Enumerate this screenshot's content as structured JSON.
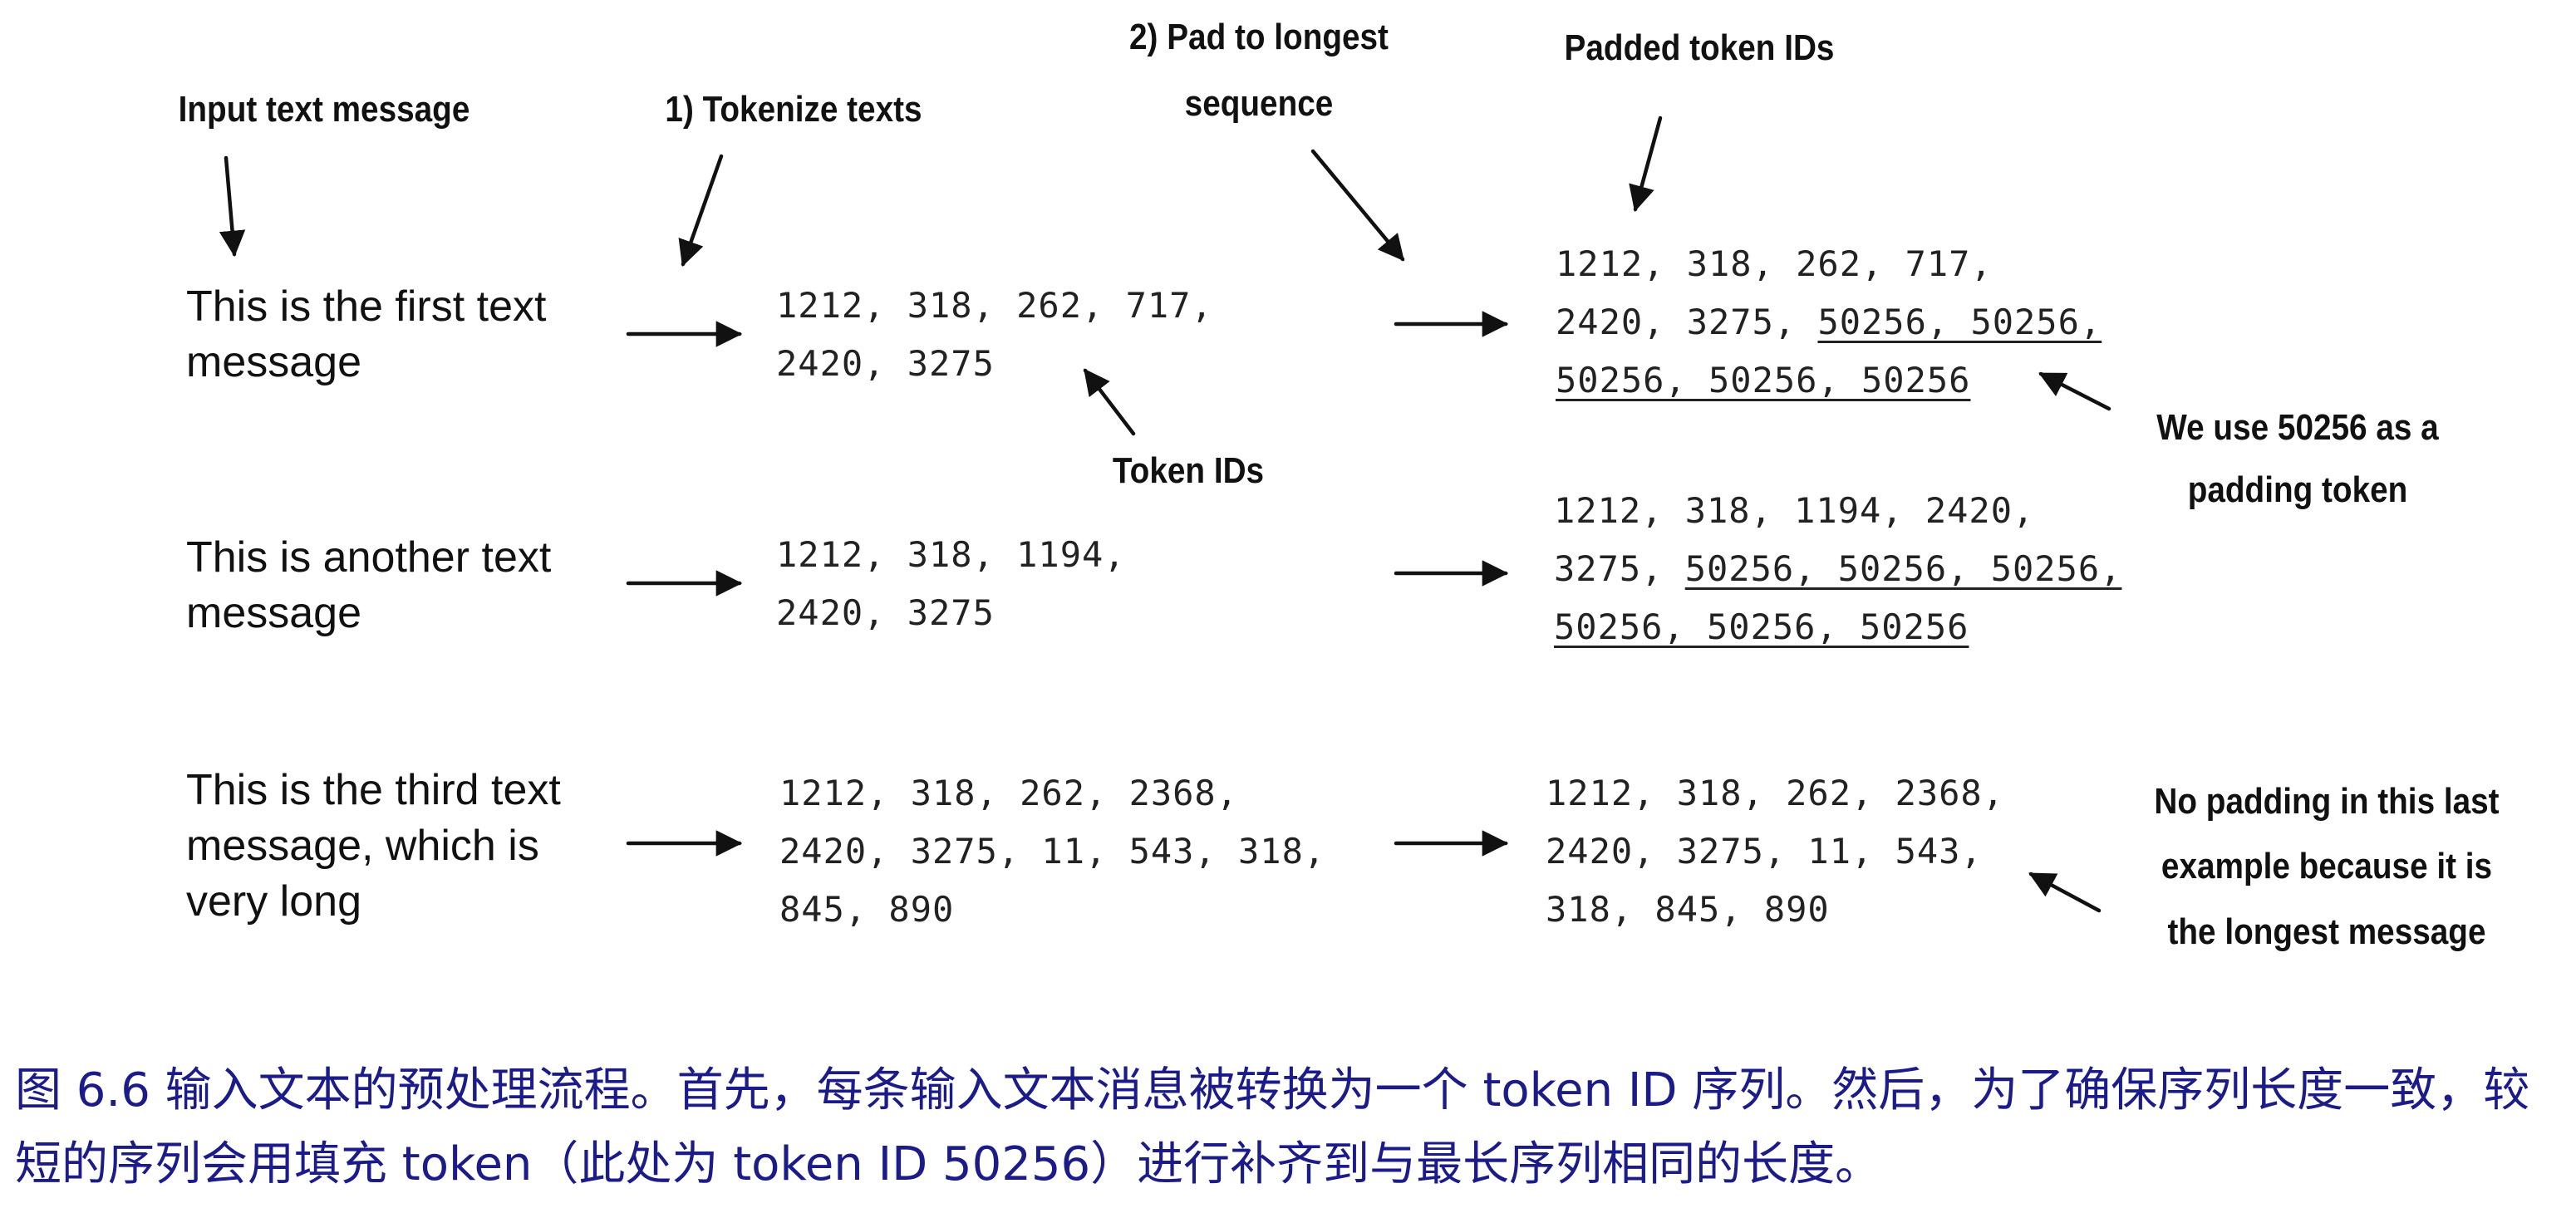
{
  "annotations": {
    "input_text_message": "Input text message",
    "tokenize": "1) Tokenize texts",
    "pad_line1": "2) Pad to longest",
    "pad_line2": "sequence",
    "padded_token_ids": "Padded token IDs",
    "token_ids": "Token IDs",
    "padding_note_line1": "We use 50256 as a",
    "padding_note_line2": "padding token",
    "nopad_line1": "No padding in this last",
    "nopad_line2": "example because it is",
    "nopad_line3": "the longest message"
  },
  "messages": [
    {
      "line1": "This is the first text",
      "line2": "message"
    },
    {
      "line1": "This is another text",
      "line2": "message"
    },
    {
      "line1": "This is the third text",
      "line2": "message, which is",
      "line3": "very long"
    }
  ],
  "token_ids": [
    {
      "line1": "1212, 318, 262, 717,",
      "line2": "2420, 3275"
    },
    {
      "line1": "1212, 318, 1194,",
      "line2": "2420, 3275"
    },
    {
      "line1": "1212, 318, 262, 2368,",
      "line2": "2420, 3275, 11, 543, 318,",
      "line3": "845, 890"
    }
  ],
  "padded_token_ids": [
    {
      "line1": "1212, 318, 262, 717,",
      "line2_plain": "2420, 3275, ",
      "line2_pad": "50256, 50256,",
      "line3_pad": "50256, 50256, 50256"
    },
    {
      "line1": "1212, 318, 1194, 2420,",
      "line2_plain": "3275, ",
      "line2_pad": "50256, 50256, 50256,",
      "line3_pad": "50256, 50256, 50256"
    },
    {
      "line1": "1212, 318, 262, 2368,",
      "line2": "2420, 3275, 11, 543,",
      "line3": "318, 845, 890"
    }
  ],
  "caption": "图 6.6 输入文本的预处理流程。首先，每条输入文本消息被转换为一个 token ID 序列。然后，为了确保序列长度一致，较短的序列会用填充 token（此处为 token ID 50256）进行补齐到与最长序列相同的长度。",
  "colors": {
    "text": "#111111",
    "caption": "#1b1b8a",
    "arrow": "#111111"
  }
}
